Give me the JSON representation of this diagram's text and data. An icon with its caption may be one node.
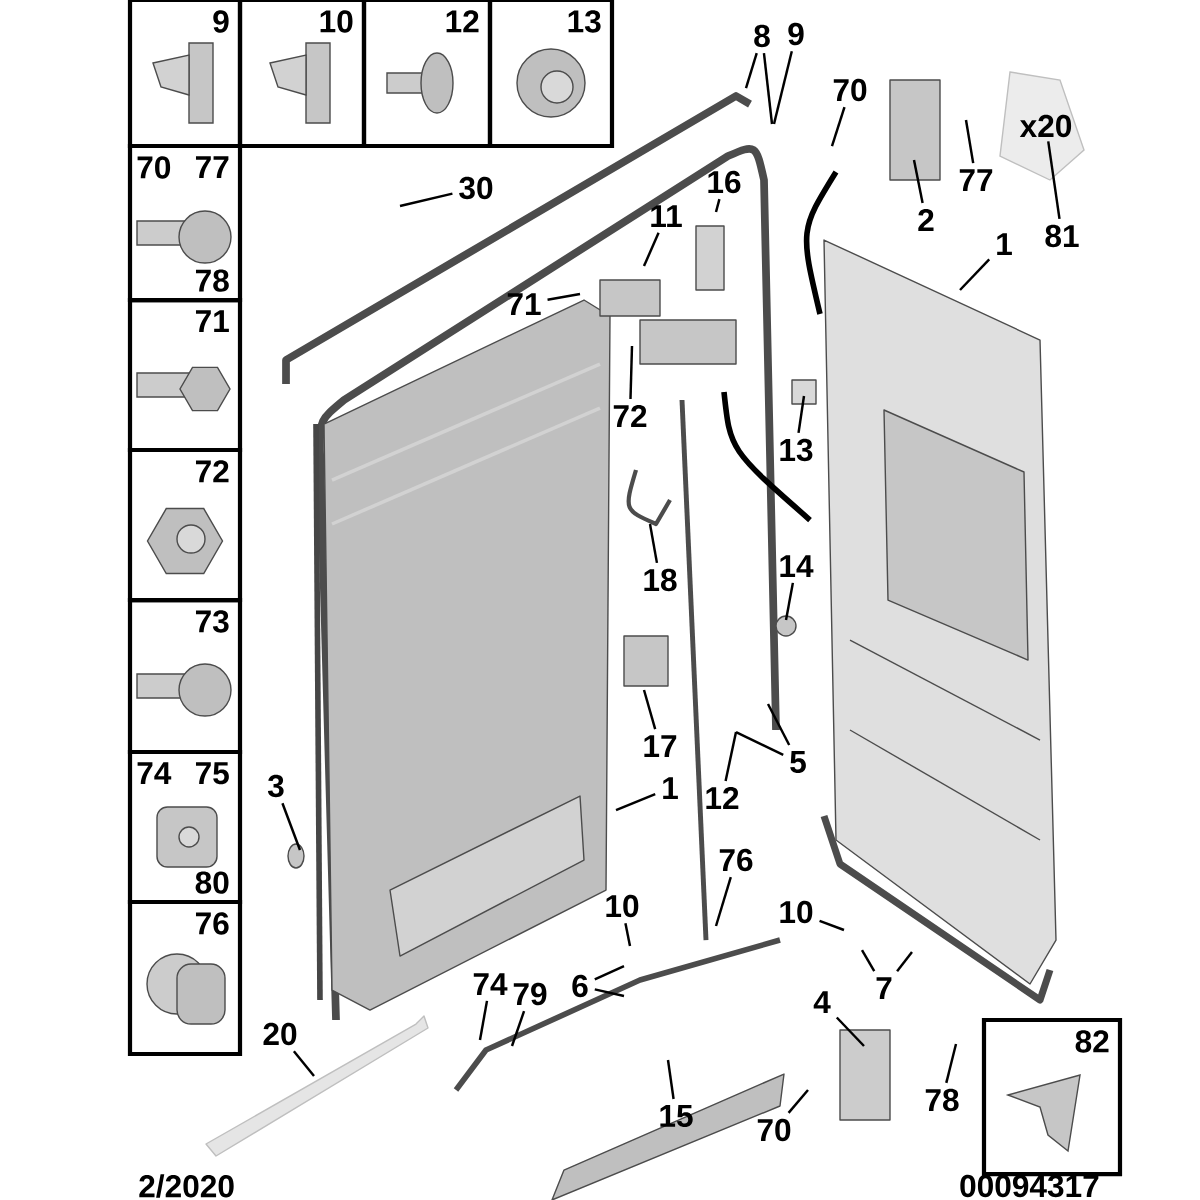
{
  "diagram": {
    "nodes": [
      {
        "text": [
          "9"
        ]
      },
      {
        "text": [
          "10"
        ]
      },
      {
        "text": [
          "12"
        ]
      },
      {
        "text": [
          "13"
        ]
      },
      {
        "text": [
          "70",
          "77",
          "78"
        ]
      },
      {
        "text": [
          "71"
        ]
      },
      {
        "text": [
          "72"
        ]
      },
      {
        "text": [
          "73"
        ]
      },
      {
        "text": [
          "74",
          "75",
          "80"
        ]
      },
      {
        "text": [
          "76"
        ]
      },
      {
        "text": [
          "82"
        ]
      },
      {
        "text": [
          "8"
        ]
      },
      {
        "text": [
          "9"
        ]
      },
      {
        "text": [
          "70"
        ]
      },
      {
        "text": [
          "77"
        ]
      },
      {
        "text": [
          "30"
        ]
      },
      {
        "text": [
          "16"
        ]
      },
      {
        "text": [
          "11"
        ]
      },
      {
        "text": [
          "2"
        ]
      },
      {
        "text": [
          "81"
        ]
      },
      {
        "text": [
          "1"
        ]
      },
      {
        "text": [
          "71"
        ]
      },
      {
        "text": [
          "72"
        ]
      },
      {
        "text": [
          "13"
        ]
      },
      {
        "text": [
          "14"
        ]
      },
      {
        "text": [
          "18"
        ]
      },
      {
        "text": [
          "17"
        ]
      },
      {
        "text": [
          "5"
        ]
      },
      {
        "text": [
          "3"
        ]
      },
      {
        "text": [
          "1"
        ]
      },
      {
        "text": [
          "12"
        ]
      },
      {
        "text": [
          "76"
        ]
      },
      {
        "text": [
          "10"
        ]
      },
      {
        "text": [
          "10"
        ]
      },
      {
        "text": [
          "6"
        ]
      },
      {
        "text": [
          "74"
        ]
      },
      {
        "text": [
          "79"
        ]
      },
      {
        "text": [
          "7"
        ]
      },
      {
        "text": [
          "4"
        ]
      },
      {
        "text": [
          "20"
        ]
      },
      {
        "text": [
          "78"
        ]
      },
      {
        "text": [
          "15"
        ]
      },
      {
        "text": [
          "70"
        ]
      },
      {
        "text": [
          "x20"
        ]
      }
    ],
    "edges": [
      {
        "from": 11,
        "to": null,
        "arrow": "none"
      },
      {
        "from": 11,
        "to": null,
        "arrow": "none"
      },
      {
        "from": 12,
        "to": null,
        "arrow": "none"
      },
      {
        "from": 13,
        "to": null,
        "arrow": "none"
      },
      {
        "from": 14,
        "to": null,
        "arrow": "none"
      },
      {
        "from": 15,
        "to": null,
        "arrow": "none"
      },
      {
        "from": 16,
        "to": null,
        "arrow": "none"
      },
      {
        "from": 17,
        "to": null,
        "arrow": "none"
      },
      {
        "from": 18,
        "to": null,
        "arrow": "none"
      },
      {
        "from": 19,
        "to": 43,
        "arrow": "none"
      },
      {
        "from": 20,
        "to": null,
        "arrow": "none"
      },
      {
        "from": 21,
        "to": null,
        "arrow": "none"
      },
      {
        "from": 22,
        "to": null,
        "arrow": "none"
      },
      {
        "from": 23,
        "to": null,
        "arrow": "none"
      },
      {
        "from": 24,
        "to": null,
        "arrow": "none"
      },
      {
        "from": 25,
        "to": null,
        "arrow": "none"
      },
      {
        "from": 26,
        "to": null,
        "arrow": "none"
      },
      {
        "from": 27,
        "to": null,
        "arrow": "none"
      },
      {
        "from": 27,
        "to": null,
        "arrow": "none"
      },
      {
        "from": 28,
        "to": null,
        "arrow": "none"
      },
      {
        "from": 29,
        "to": null,
        "arrow": "none"
      },
      {
        "from": 30,
        "to": null,
        "arrow": "none"
      },
      {
        "from": 31,
        "to": null,
        "arrow": "none"
      },
      {
        "from": 32,
        "to": null,
        "arrow": "none"
      },
      {
        "from": 33,
        "to": null,
        "arrow": "none"
      },
      {
        "from": 34,
        "to": null,
        "arrow": "none"
      },
      {
        "from": 34,
        "to": null,
        "arrow": "none"
      },
      {
        "from": 35,
        "to": null,
        "arrow": "none"
      },
      {
        "from": 36,
        "to": null,
        "arrow": "none"
      },
      {
        "from": 37,
        "to": null,
        "arrow": "none"
      },
      {
        "from": 37,
        "to": null,
        "arrow": "none"
      },
      {
        "from": 38,
        "to": null,
        "arrow": "none"
      },
      {
        "from": 39,
        "to": null,
        "arrow": "none"
      },
      {
        "from": 40,
        "to": null,
        "arrow": "none"
      },
      {
        "from": 41,
        "to": null,
        "arrow": "none"
      },
      {
        "from": 42,
        "to": null,
        "arrow": "none"
      }
    ],
    "labels": [
      "2/2020",
      "00094317"
    ]
  }
}
